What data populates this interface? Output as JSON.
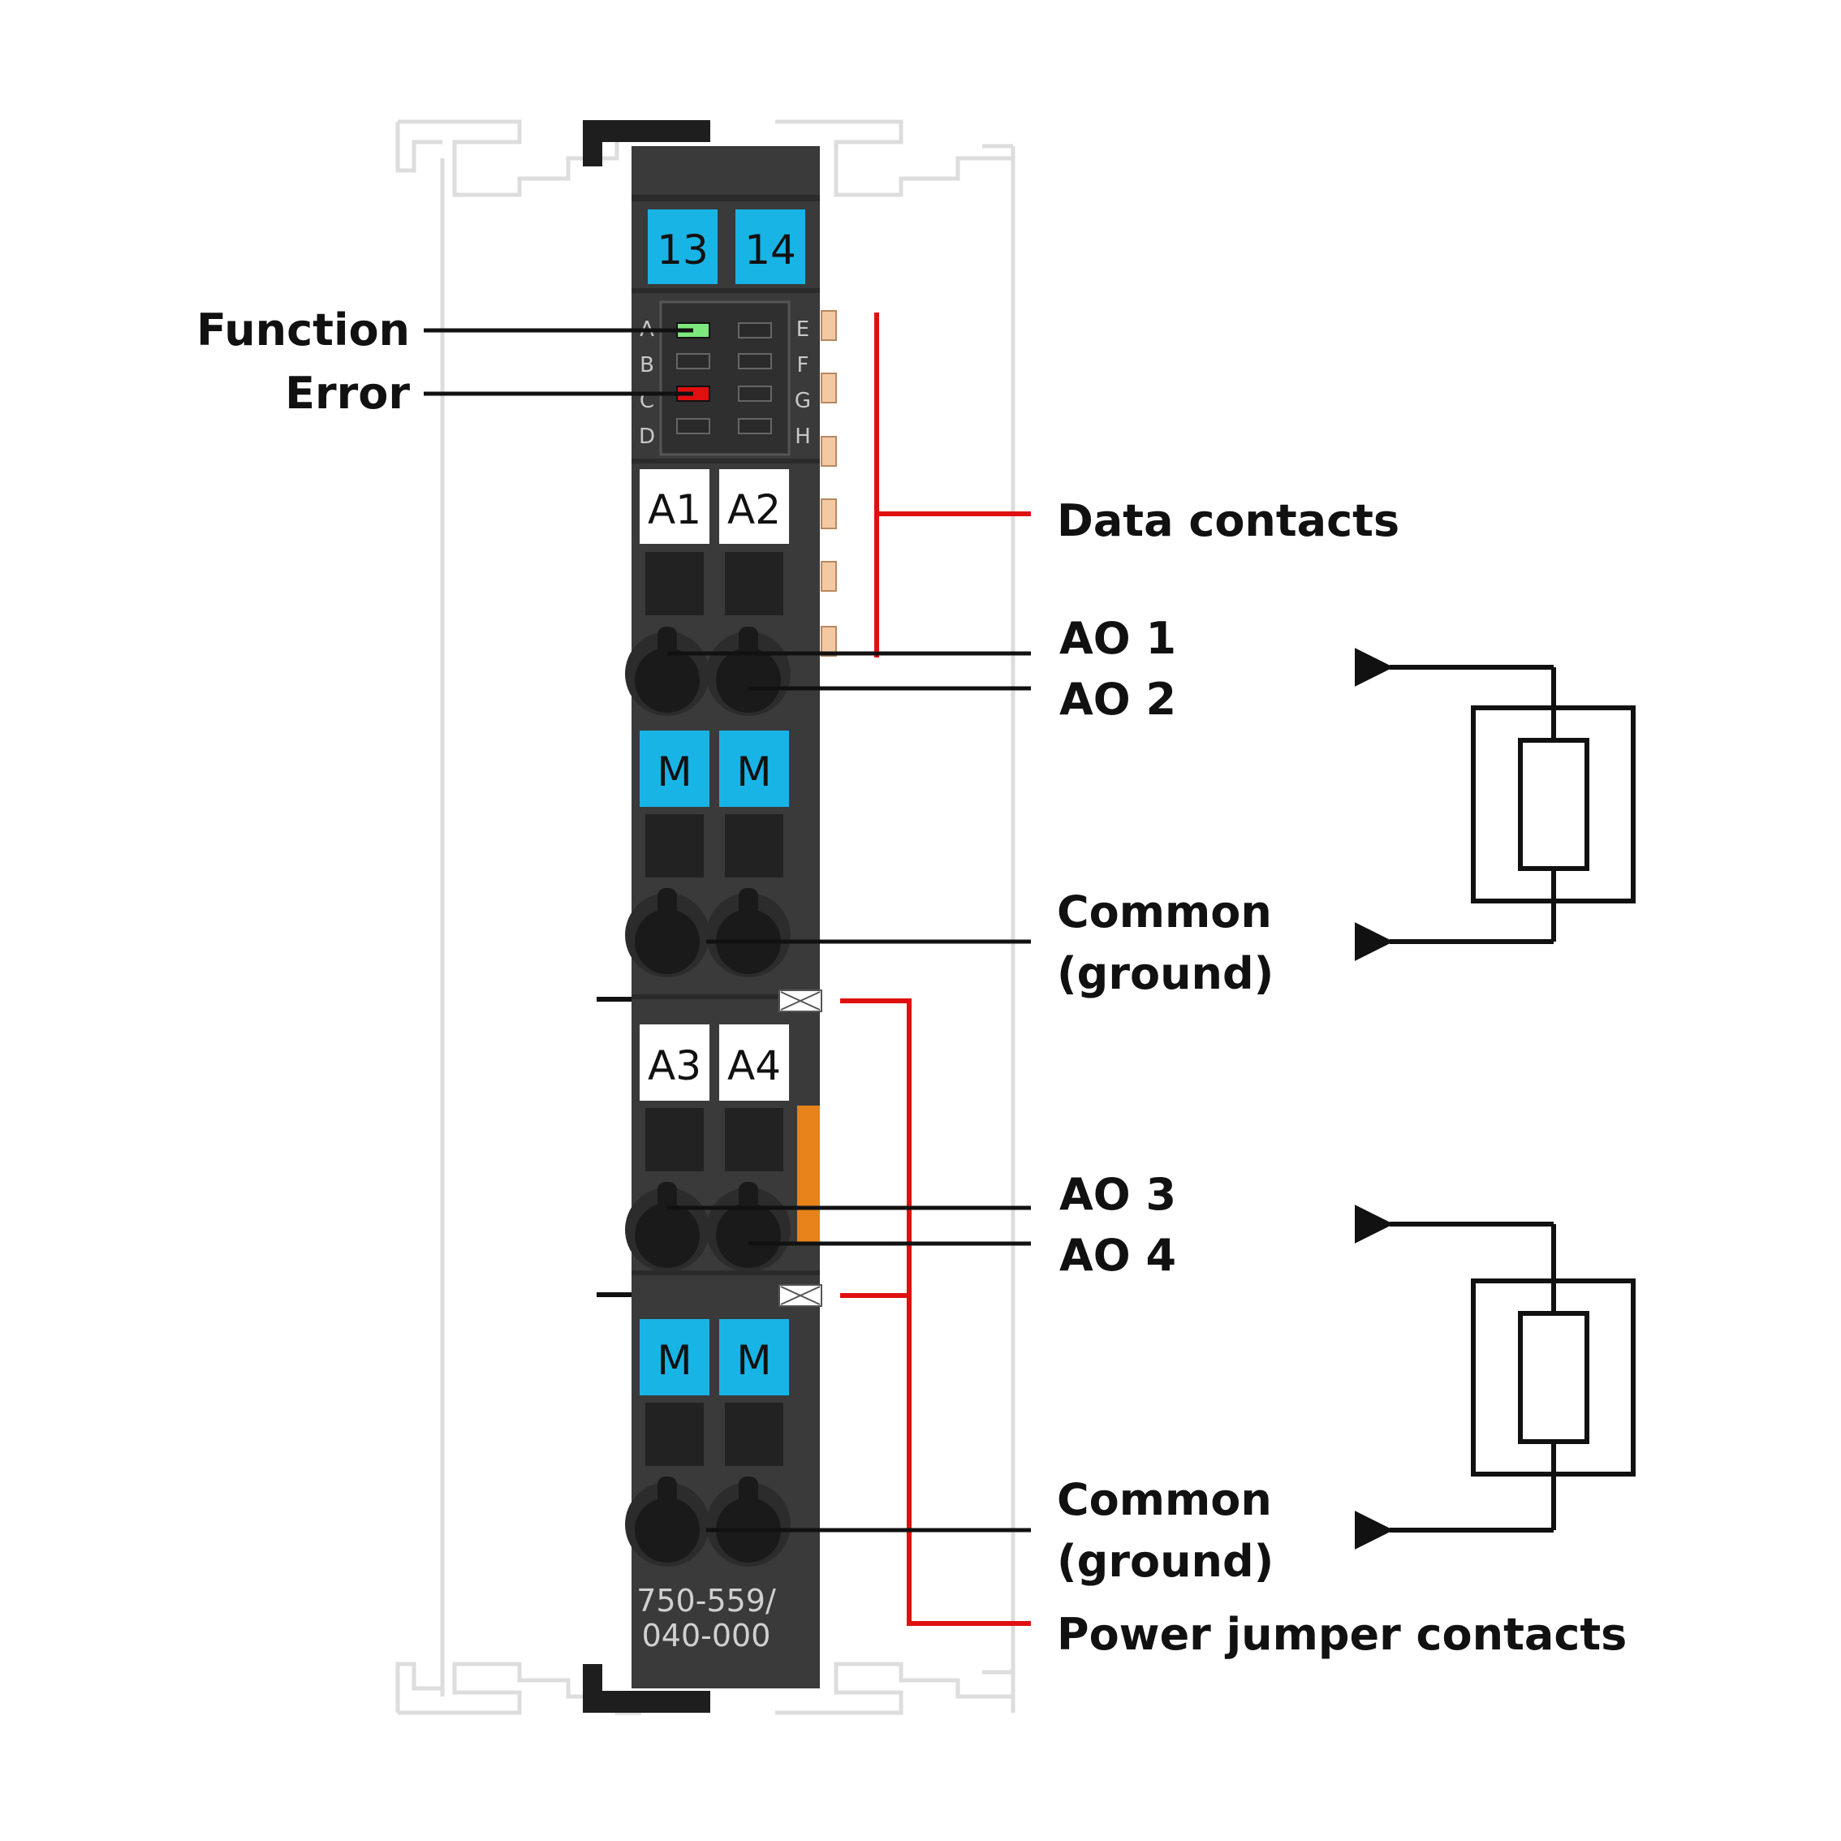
{
  "colors": {
    "housing": "#3a3a3a",
    "housing_dark": "#2b2b2b",
    "clamp": "#1e1e1e",
    "cyan": "#18b4e6",
    "white_label": "#ffffff",
    "data_contact": "#f3c9a3",
    "orange_bar": "#e8821a",
    "red_line": "#e01010",
    "black_line": "#111111",
    "rail": "#dddddd",
    "led_function": "#7de87d",
    "led_error": "#e01010",
    "led_off": "#2a2a2a"
  },
  "module": {
    "top_labels": [
      "13",
      "14"
    ],
    "led_letters_left": [
      "A",
      "B",
      "C",
      "D"
    ],
    "led_letters_right": [
      "E",
      "F",
      "G",
      "H"
    ],
    "row1_labels": [
      "A1",
      "A2"
    ],
    "row2_labels": [
      "M",
      "M"
    ],
    "row3_labels": [
      "A3",
      "A4"
    ],
    "row4_labels": [
      "M",
      "M"
    ],
    "model_line1": "750-559/",
    "model_line2": "040-000"
  },
  "callouts": {
    "function": "Function",
    "error": "Error",
    "data_contacts": "Data contacts",
    "ao1": "AO 1",
    "ao2": "AO 2",
    "common1_line1": "Common",
    "common1_line2": "(ground)",
    "ao3": "AO 3",
    "ao4": "AO 4",
    "common2_line1": "Common",
    "common2_line2": "(ground)",
    "power_jumper": "Power jumper contacts"
  },
  "icons": [
    "load-resistor-symbol-icon",
    "arrow-left-icon",
    "clamp-actuator-icon",
    "led-icon"
  ]
}
